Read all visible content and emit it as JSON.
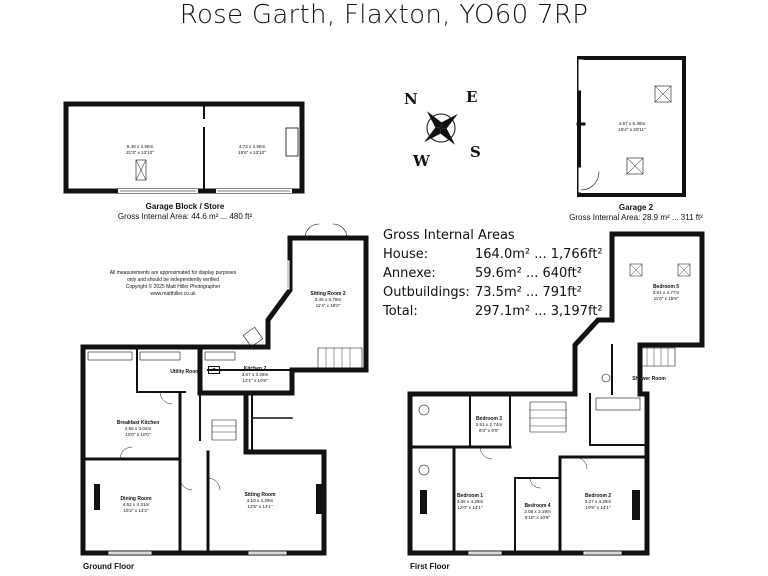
{
  "title": "Rose Garth, Flaxton, YO60 7RP",
  "compass": {
    "n": "N",
    "e": "E",
    "s": "S",
    "w": "W"
  },
  "garage_block": {
    "left_dims": [
      "6.48 x 3.90m",
      "21'3\" x 12'10\""
    ],
    "right_dims": [
      "4.73 x 3.90m",
      "15'6\" x 12'10\""
    ],
    "caption_name": "Garage Block / Store",
    "caption_area": "Gross Internal Area: 44.6 m² ... 480 ft²"
  },
  "garage2": {
    "dims": [
      "4.67 x 6.38m",
      "15'4\" x 20'11\""
    ],
    "caption_name": "Garage 2",
    "caption_area": "Gross Internal Area: 28.9 m² ... 311 ft²"
  },
  "gross_areas": {
    "heading": "Gross Internal Areas",
    "rows": [
      {
        "label": "House:",
        "value": "164.0m² ... 1,766ft²"
      },
      {
        "label": "Annexe:",
        "value": "59.6m² ... 640ft²"
      },
      {
        "label": "Outbuildings:",
        "value": "73.5m² ... 791ft²"
      },
      {
        "label": "Total:",
        "value": "297.1m² ... 3,197ft²"
      }
    ]
  },
  "disclaimer": [
    "All measurements are approximated for display purposes",
    "only and should be independently verified",
    "Copyright © 2025 Matt Hiller Photographer",
    "www.matthiller.co.uk"
  ],
  "ground_floor": {
    "label": "Ground Floor",
    "rooms": {
      "sitting_room_2": {
        "name": "Sitting Room 2",
        "dims": [
          "3.46 x 5.79m",
          "11'4\" x 19'0\""
        ]
      },
      "kitchen_2": {
        "name": "Kitchen 2",
        "dims": [
          "3.67 x 3.29m",
          "12'1\" x 10'8\""
        ]
      },
      "utility_room": {
        "name": "Utility Room"
      },
      "breakfast_kitchen": {
        "name": "Breakfast Kitchen",
        "dims": [
          "4.58 x 3.02m",
          "15'0\" x 10'0\""
        ]
      },
      "dining_room": {
        "name": "Dining Room",
        "dims": [
          "4.62 x 4.31m",
          "15'2\" x 14'2\""
        ]
      },
      "sitting_room": {
        "name": "Sitting Room",
        "dims": [
          "4.10 x 4.29m",
          "13'5\" x 14'1\""
        ]
      },
      "boiler": "B"
    }
  },
  "first_floor": {
    "label": "First Floor",
    "rooms": {
      "bedroom_5": {
        "name": "Bedroom 5",
        "dims": [
          "3.51 x 4.77m",
          "11'6\" x 15'8\""
        ]
      },
      "shower_room": {
        "name": "Shower Room"
      },
      "bedroom_3": {
        "name": "Bedroom 3",
        "dims": [
          "2.51 x 2.74m",
          "8'3\" x 9'0\""
        ]
      },
      "bedroom_1": {
        "name": "Bedroom 1",
        "dims": [
          "3.66 x 4.29m",
          "12'0\" x 14'1\""
        ]
      },
      "bedroom_4": {
        "name": "Bedroom 4",
        "dims": [
          "2.08 x 3.19m",
          "6'10\" x 10'6\""
        ]
      },
      "bedroom_2": {
        "name": "Bedroom 2",
        "dims": [
          "3.27 x 4.29m",
          "10'9\" x 14'1\""
        ]
      }
    }
  }
}
